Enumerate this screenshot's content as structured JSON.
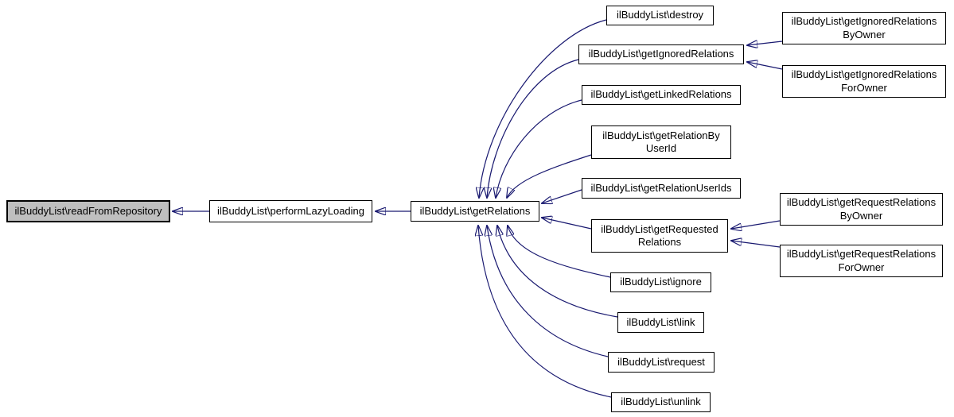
{
  "diagram": {
    "type": "doxygen-caller-graph",
    "colors": {
      "edge": "#191970",
      "node_border": "#000000",
      "node_fill": "#ffffff",
      "highlight_fill": "#bfbfbf",
      "text": "#000000",
      "background": "#ffffff"
    },
    "nodes": [
      {
        "id": "readFromRepository",
        "lines": [
          "ilBuddyList\\readFromRepository"
        ],
        "highlighted": true
      },
      {
        "id": "performLazyLoading",
        "lines": [
          "ilBuddyList\\performLazyLoading"
        ]
      },
      {
        "id": "getRelations",
        "lines": [
          "ilBuddyList\\getRelations"
        ]
      },
      {
        "id": "destroy",
        "lines": [
          "ilBuddyList\\destroy"
        ]
      },
      {
        "id": "getIgnoredRelations",
        "lines": [
          "ilBuddyList\\getIgnoredRelations"
        ]
      },
      {
        "id": "getLinkedRelations",
        "lines": [
          "ilBuddyList\\getLinkedRelations"
        ]
      },
      {
        "id": "getRelationByUserId",
        "lines": [
          "ilBuddyList\\getRelationBy",
          "UserId"
        ]
      },
      {
        "id": "getRelationUserIds",
        "lines": [
          "ilBuddyList\\getRelationUserIds"
        ]
      },
      {
        "id": "getRequestedRelations",
        "lines": [
          "ilBuddyList\\getRequested",
          "Relations"
        ]
      },
      {
        "id": "ignore",
        "lines": [
          "ilBuddyList\\ignore"
        ]
      },
      {
        "id": "link",
        "lines": [
          "ilBuddyList\\link"
        ]
      },
      {
        "id": "request",
        "lines": [
          "ilBuddyList\\request"
        ]
      },
      {
        "id": "unlink",
        "lines": [
          "ilBuddyList\\unlink"
        ]
      },
      {
        "id": "getIgnoredRelationsByOwner",
        "lines": [
          "ilBuddyList\\getIgnoredRelations",
          "ByOwner"
        ]
      },
      {
        "id": "getIgnoredRelationsForOwner",
        "lines": [
          "ilBuddyList\\getIgnoredRelations",
          "ForOwner"
        ]
      },
      {
        "id": "getRequestRelationsByOwner",
        "lines": [
          "ilBuddyList\\getRequestRelations",
          "ByOwner"
        ]
      },
      {
        "id": "getRequestRelationsForOwner",
        "lines": [
          "ilBuddyList\\getRequestRelations",
          "ForOwner"
        ]
      }
    ],
    "edges": [
      {
        "from": "performLazyLoading",
        "to": "readFromRepository"
      },
      {
        "from": "getRelations",
        "to": "performLazyLoading"
      },
      {
        "from": "destroy",
        "to": "getRelations"
      },
      {
        "from": "getIgnoredRelations",
        "to": "getRelations"
      },
      {
        "from": "getLinkedRelations",
        "to": "getRelations"
      },
      {
        "from": "getRelationByUserId",
        "to": "getRelations"
      },
      {
        "from": "getRelationUserIds",
        "to": "getRelations"
      },
      {
        "from": "getRequestedRelations",
        "to": "getRelations"
      },
      {
        "from": "ignore",
        "to": "getRelations"
      },
      {
        "from": "link",
        "to": "getRelations"
      },
      {
        "from": "request",
        "to": "getRelations"
      },
      {
        "from": "unlink",
        "to": "getRelations"
      },
      {
        "from": "getIgnoredRelationsByOwner",
        "to": "getIgnoredRelations"
      },
      {
        "from": "getIgnoredRelationsForOwner",
        "to": "getIgnoredRelations"
      },
      {
        "from": "getRequestRelationsByOwner",
        "to": "getRequestedRelations"
      },
      {
        "from": "getRequestRelationsForOwner",
        "to": "getRequestedRelations"
      }
    ]
  }
}
